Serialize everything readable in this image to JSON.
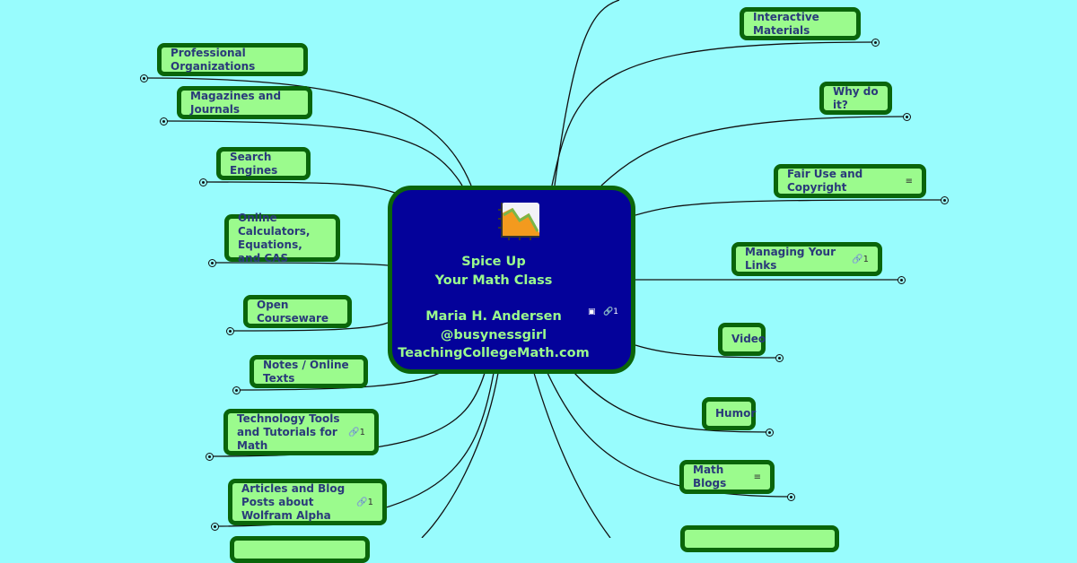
{
  "central": {
    "line1": "Spice Up",
    "line2": "Your Math Class",
    "line3": "Maria H. Andersen",
    "line4": "@busynessgirl",
    "line5": "TeachingCollegeMath.com",
    "image_icon": "image-icon",
    "link_count": "1"
  },
  "left_nodes": [
    {
      "label": "Professional Organizations"
    },
    {
      "label": "Magazines and Journals"
    },
    {
      "label": "Search Engines"
    },
    {
      "label": "Online Calculators, Equations, and CAS"
    },
    {
      "label": "Open Courseware"
    },
    {
      "label": "Notes / Online Texts"
    },
    {
      "label": "Technology Tools and Tutorials for Math",
      "link_count": "1"
    },
    {
      "label": "Articles and Blog Posts about Wolfram Alpha",
      "link_count": "1"
    }
  ],
  "right_nodes": [
    {
      "label": "Interactive Materials"
    },
    {
      "label": "Why do it?"
    },
    {
      "label": "Fair Use and Copyright",
      "note_icon": "note-icon"
    },
    {
      "label": "Managing Your Links",
      "link_count": "1"
    },
    {
      "label": "Video"
    },
    {
      "label": "Humor"
    },
    {
      "label": "Math Blogs",
      "note_icon": "note-icon"
    }
  ],
  "colors": {
    "background": "#98fcfd",
    "node_fill": "#9bfb8d",
    "node_border": "#0a650a",
    "center_fill": "#04029a"
  }
}
